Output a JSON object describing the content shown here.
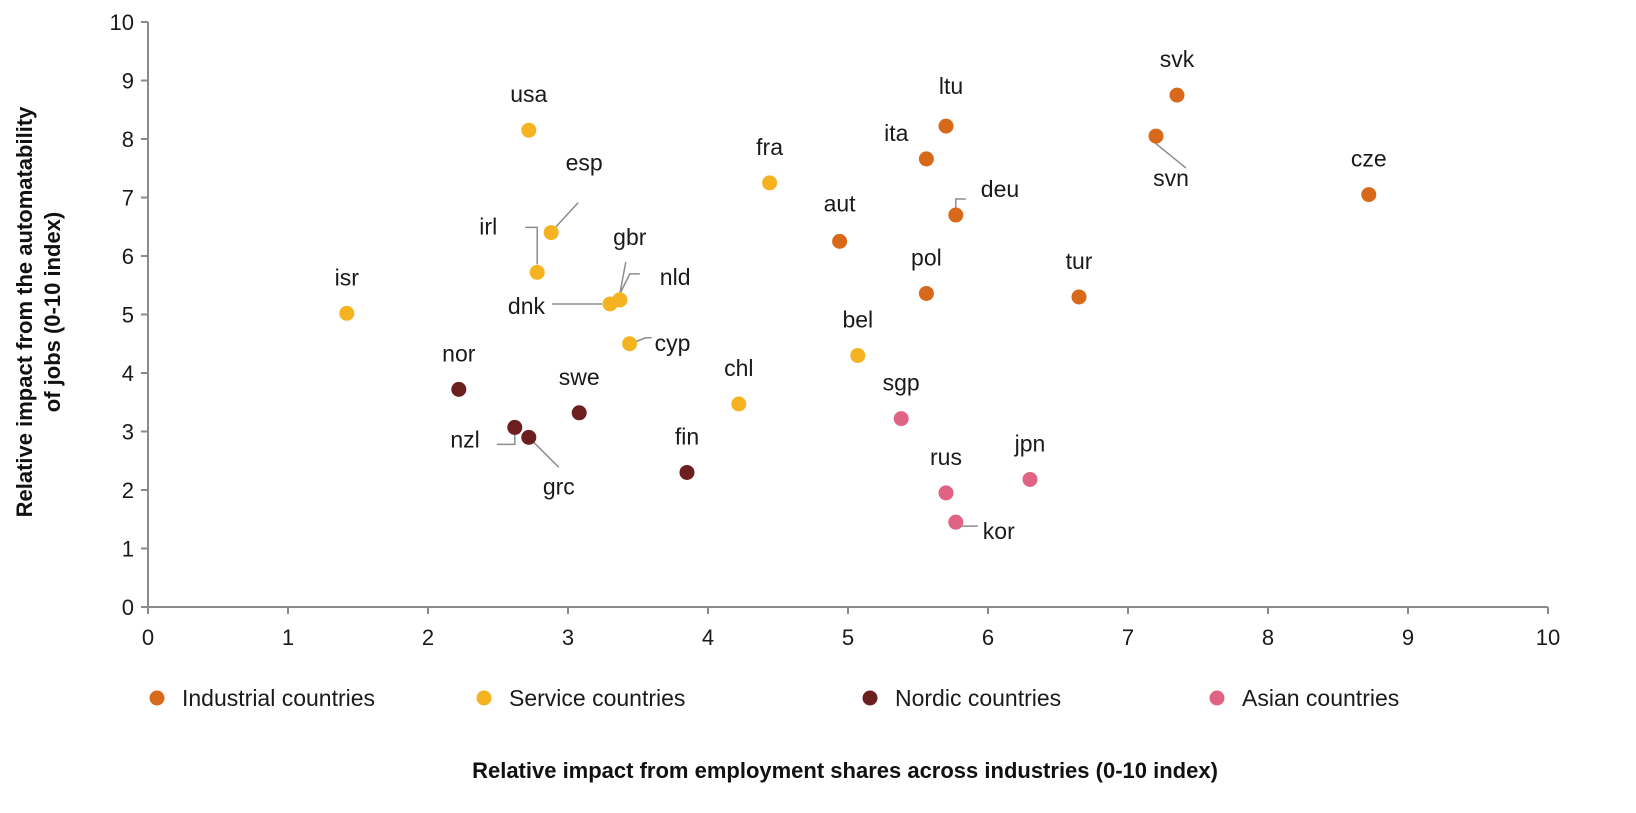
{
  "chart_data": {
    "type": "scatter",
    "xlabel": "Relative impact from employment shares across industries (0-10 index)",
    "ylabel_lines": [
      "Relative impact from the automatability",
      "of jobs (0-10 index)"
    ],
    "xlim": [
      0,
      10
    ],
    "ylim": [
      0,
      10
    ],
    "x_ticks": [
      0,
      1,
      2,
      3,
      4,
      5,
      6,
      7,
      8,
      9,
      10
    ],
    "y_ticks": [
      0,
      1,
      2,
      3,
      4,
      5,
      6,
      7,
      8,
      9,
      10
    ],
    "grid": false,
    "legend_position": "bottom",
    "series": [
      {
        "name": "Industrial countries",
        "color": "#D8691B",
        "points": [
          {
            "label": "svk",
            "x": 7.35,
            "y": 8.75
          },
          {
            "label": "svn",
            "x": 7.2,
            "y": 8.05
          },
          {
            "label": "cze",
            "x": 8.72,
            "y": 7.05
          },
          {
            "label": "ltu",
            "x": 5.7,
            "y": 8.22
          },
          {
            "label": "ita",
            "x": 5.56,
            "y": 7.66
          },
          {
            "label": "deu",
            "x": 5.77,
            "y": 6.7
          },
          {
            "label": "aut",
            "x": 4.94,
            "y": 6.25
          },
          {
            "label": "pol",
            "x": 5.56,
            "y": 5.36
          },
          {
            "label": "tur",
            "x": 6.65,
            "y": 5.3
          }
        ]
      },
      {
        "name": "Service countries",
        "color": "#F5B321",
        "points": [
          {
            "label": "usa",
            "x": 2.72,
            "y": 8.15
          },
          {
            "label": "fra",
            "x": 4.44,
            "y": 7.25
          },
          {
            "label": "esp",
            "x": 2.88,
            "y": 6.4
          },
          {
            "label": "irl",
            "x": 2.78,
            "y": 5.72
          },
          {
            "label": "gbr",
            "x": 3.37,
            "y": 5.25
          },
          {
            "label": "dnk",
            "x": 3.3,
            "y": 5.18
          },
          {
            "label": "nld",
            "x": 3.37,
            "y": 5.25
          },
          {
            "label": "isr",
            "x": 1.42,
            "y": 5.02
          },
          {
            "label": "cyp",
            "x": 3.44,
            "y": 4.5
          },
          {
            "label": "bel",
            "x": 5.07,
            "y": 4.3
          },
          {
            "label": "chl",
            "x": 4.22,
            "y": 3.47
          }
        ]
      },
      {
        "name": "Nordic countries",
        "color": "#6B1F1F",
        "points": [
          {
            "label": "nor",
            "x": 2.22,
            "y": 3.72
          },
          {
            "label": "swe",
            "x": 3.08,
            "y": 3.32
          },
          {
            "label": "nzl",
            "x": 2.62,
            "y": 3.07
          },
          {
            "label": "grc",
            "x": 2.72,
            "y": 2.9
          },
          {
            "label": "fin",
            "x": 3.85,
            "y": 2.3
          }
        ]
      },
      {
        "name": "Asian countries",
        "color": "#E06384",
        "points": [
          {
            "label": "sgp",
            "x": 5.38,
            "y": 3.22
          },
          {
            "label": "jpn",
            "x": 6.3,
            "y": 2.18
          },
          {
            "label": "rus",
            "x": 5.7,
            "y": 1.95
          },
          {
            "label": "kor",
            "x": 5.77,
            "y": 1.45
          }
        ]
      }
    ]
  }
}
